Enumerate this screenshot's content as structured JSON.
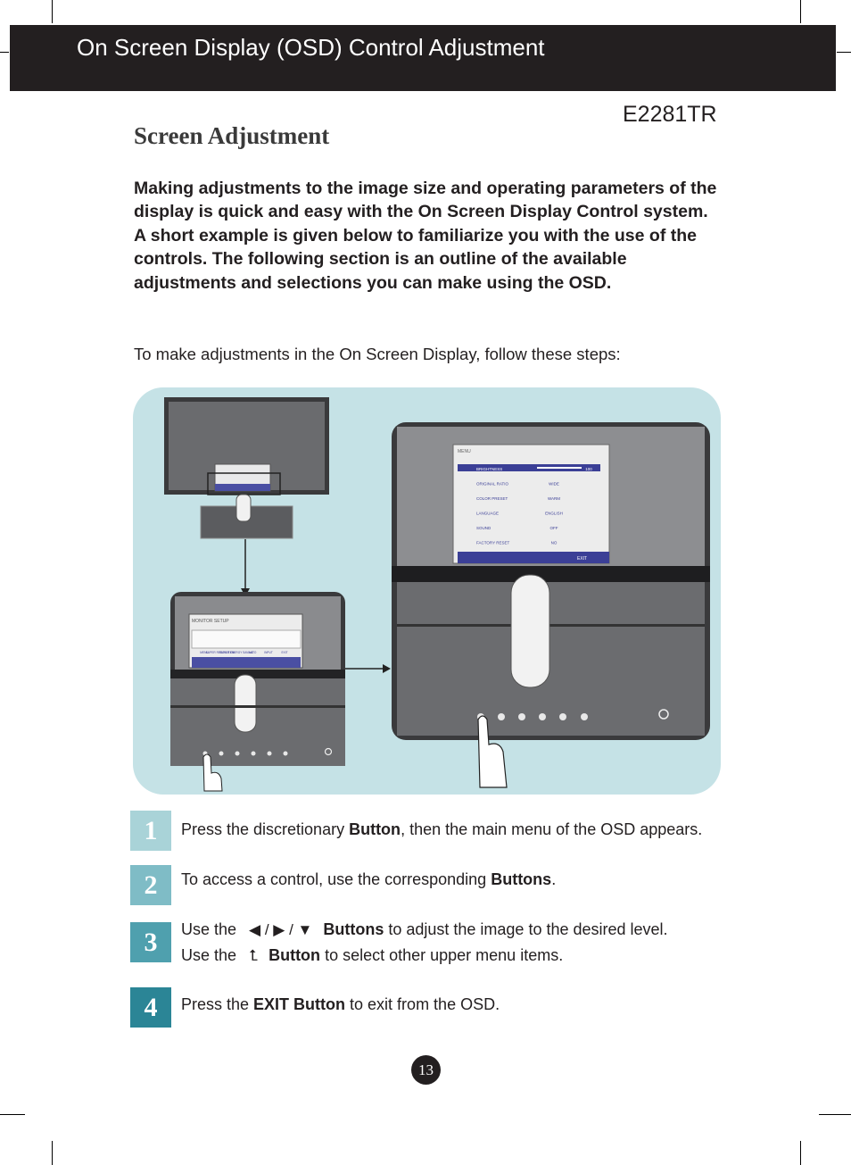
{
  "header": {
    "title": "On Screen Display (OSD) Control Adjustment"
  },
  "model": "E2281TR",
  "section_title": "Screen Adjustment",
  "intro": {
    "p1": "Making adjustments to the image size and operating parameters of the display is quick and easy with the On Screen Display Control system.",
    "p2": "A short example is given below to familiarize you with the use of the controls. The following section is an outline of the available adjustments and selections you can make using the OSD."
  },
  "steps_lead": "To make adjustments in the On Screen Display, follow these steps:",
  "illustration": {
    "monitor_setup_label": "MONITOR SETUP",
    "setup_items": [
      "MENU",
      "SUPER RESOLUTION",
      "SUPER ENERGY SAVING",
      "AUTO",
      "INPUT",
      "EXIT"
    ],
    "menu_label": "MENU",
    "menu_rows": [
      {
        "label": "BRIGHTNESS",
        "value": "100"
      },
      {
        "label": "ORIGINAL RATIO",
        "value": "WIDE"
      },
      {
        "label": "COLOR PRESET",
        "value": "WARM"
      },
      {
        "label": "LANGUAGE",
        "value": "ENGLISH"
      },
      {
        "label": "SOUND",
        "value": "OFF"
      },
      {
        "label": "FACTORY RESET",
        "value": "NO"
      }
    ],
    "menu_exit": "EXIT",
    "brightness_level": 1.0
  },
  "steps": [
    {
      "number": "1",
      "color": "#a9d3d8",
      "pre": "Press the discretionary ",
      "bold": "Button",
      "post": ", then the main menu of the OSD appears."
    },
    {
      "number": "2",
      "color": "#7fbcc6",
      "pre": "To access a control, use the corresponding ",
      "bold": "Buttons",
      "post": "."
    },
    {
      "number": "3",
      "color": "#4fa0ae",
      "line1_pre": "Use the",
      "line1_sym": "◀ / ▶ / ▼",
      "line1_bold": "Buttons",
      "line1_post": " to adjust the image to the desired level.",
      "line2_pre": "Use the",
      "line2_sym": "⮤",
      "line2_bold": "Button",
      "line2_post": " to select other upper menu items."
    },
    {
      "number": "4",
      "color": "#2b8596",
      "pre": "Press the ",
      "bold": "EXIT Button",
      "post": " to exit from the OSD."
    }
  ],
  "page_number": "13"
}
